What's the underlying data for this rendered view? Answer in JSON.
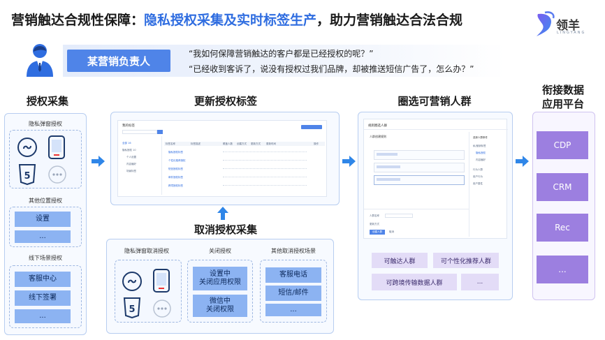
{
  "title": {
    "part1": "营销触达合规性保障：",
    "highlight": "隐私授权采集及实时标签生产",
    "part2": "，助力营销触达合法合规"
  },
  "logo": {
    "name": "领羊",
    "sub": "LINGYANG"
  },
  "role": {
    "name": "某营销负责人",
    "quote1": "“我如何保障营销触达的客户都是已经授权的呢？”",
    "quote2": "“已经收到客诉了，说没有授权过我们品牌，却被推送短信广告了，怎么办？”"
  },
  "sections": {
    "auth_collect": {
      "title": "授权采集",
      "privacy_popup": "隐私弹窗授权",
      "other_location": "其他位置授权",
      "other_location_items": [
        "设置",
        "..."
      ],
      "offline": "线下场景授权",
      "offline_items": [
        "客服中心",
        "线下签署",
        "..."
      ]
    },
    "update_tags": {
      "title": "更新授权标签"
    },
    "cancel": {
      "title": "取消授权采集",
      "col1_title": "隐私弹窗取消授权",
      "col2_title": "关闭授权",
      "col2_items": [
        "设置中\n关闭应用权限",
        "微信中\n关闭权限"
      ],
      "col3_title": "其他取消授权场景",
      "col3_items": [
        "客服电话",
        "短信/邮件",
        "..."
      ]
    },
    "audience": {
      "title": "圈选可营销人群",
      "chips": [
        "可触达人群",
        "可个性化推荐人群",
        "可跨境传输数据人群",
        "..."
      ]
    },
    "platform": {
      "title_line1": "衔接数据",
      "title_line2": "应用平台",
      "items": [
        "CDP",
        "CRM",
        "Rec",
        "..."
      ]
    }
  },
  "mock_tag": {
    "title": "我的标签",
    "side": [
      "全部 16",
      "隐私授权 10",
      "个人设置",
      "内容偏好",
      "场景标签"
    ],
    "headers": [
      "标签名称",
      "标签描述",
      "覆盖人数",
      "创建方式",
      "更新方式",
      "更新时间",
      "操作"
    ],
    "rows": [
      "隐私授权标签",
      "个性化推荐授权",
      "短信授权标签",
      "邮件授权标签",
      "跨境授权标签"
    ]
  },
  "mock_aud": {
    "title": "规则圈选人群",
    "rule": "人群创建规则",
    "side_title": "选择人群条件",
    "side": [
      "私/营销标签",
      "隐私授权",
      "内容偏好",
      "行为人群",
      "用户行为",
      "用户属性"
    ],
    "footer": [
      "人群名称",
      "更新方式",
      "创建人群",
      "取消"
    ]
  },
  "colors": {
    "accent": "#2f6de0",
    "panel_border": "#b7cdf0",
    "button": "#8cb3f2",
    "purple": "#9c7fe0",
    "lavender": "#e3dcf7"
  },
  "icons": [
    "user-icon",
    "logo-icon",
    "miniapp-icon",
    "phone-icon",
    "html5-icon",
    "more-icon",
    "arrow-right-icon",
    "arrow-up-icon"
  ]
}
